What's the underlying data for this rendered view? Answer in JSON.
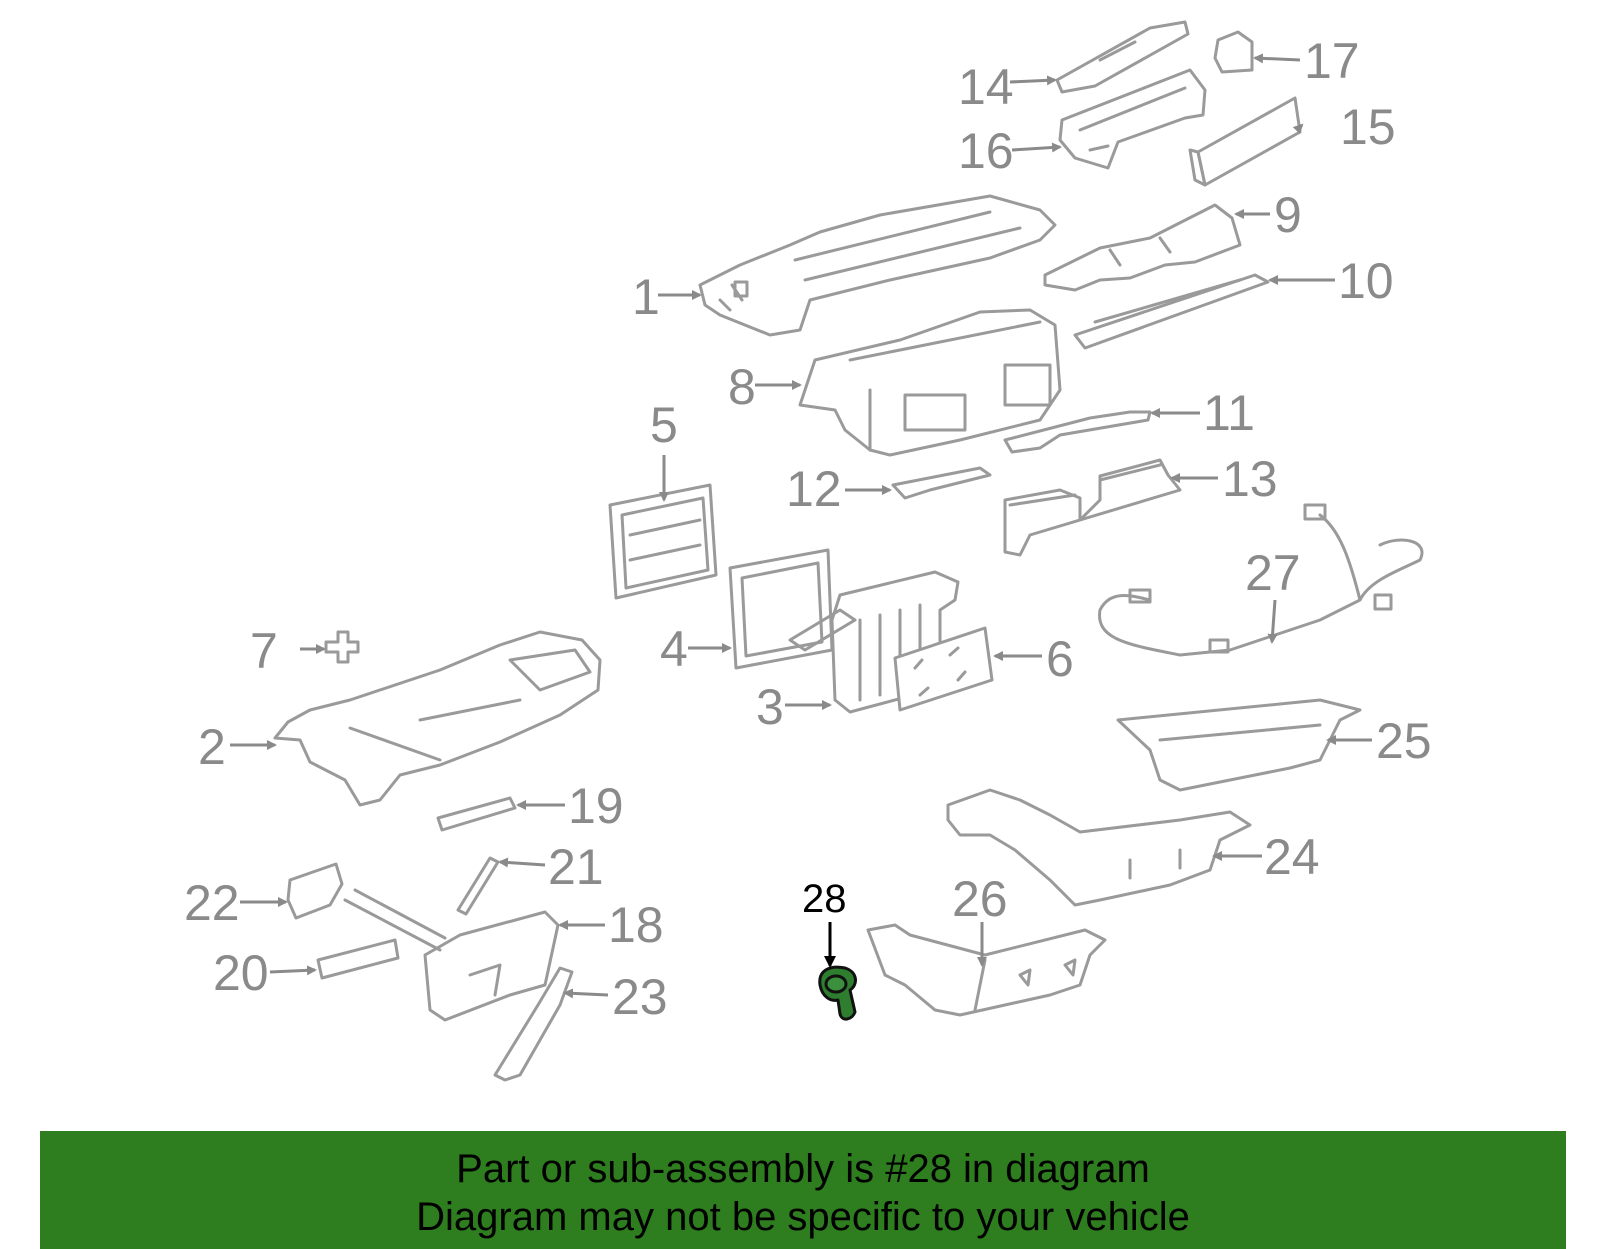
{
  "callouts": {
    "c1": "1",
    "c2": "2",
    "c3": "3",
    "c4": "4",
    "c5": "5",
    "c6": "6",
    "c7": "7",
    "c8": "8",
    "c9": "9",
    "c10": "10",
    "c11": "11",
    "c12": "12",
    "c13": "13",
    "c14": "14",
    "c15": "15",
    "c16": "16",
    "c17": "17",
    "c18": "18",
    "c19": "19",
    "c20": "20",
    "c21": "21",
    "c22": "22",
    "c23": "23",
    "c24": "24",
    "c25": "25",
    "c26": "26",
    "c27": "27",
    "c28": "28"
  },
  "highlighted_part": "28",
  "colors": {
    "banner": "#2e7d1f",
    "highlight_fill": "#2f7d2f",
    "part_line": "#9a9a9a",
    "callout_text": "#8a8a8a"
  },
  "banner": {
    "line1": "Part or sub-assembly is #28 in diagram",
    "line2": "Diagram may not be specific to your vehicle"
  }
}
